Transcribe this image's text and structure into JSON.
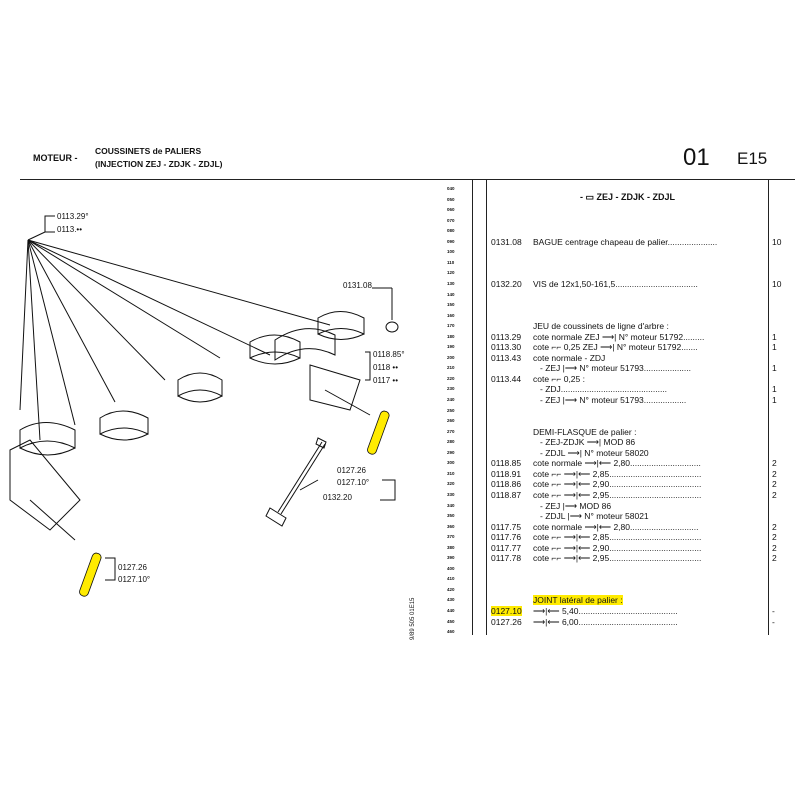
{
  "header": {
    "section_label": "MOTEUR -",
    "title_line1": "COUSSINETS de PALIERS",
    "title_line2": "(INJECTION ZEJ - ZDJK - ZDJL)",
    "group": "01",
    "page": "E15"
  },
  "diagram": {
    "labels": [
      {
        "text": "0113.29°"
      },
      {
        "text": "0113.••"
      },
      {
        "text": "0131.08"
      },
      {
        "text": "0118.85°"
      },
      {
        "text": "0118 ••"
      },
      {
        "text": "0117 ••"
      },
      {
        "text": "0127.26"
      },
      {
        "text": "0127.10°"
      },
      {
        "text": "0132.20"
      },
      {
        "text": "0127.26"
      },
      {
        "text": "0127.10°"
      }
    ],
    "side_code": "9/89 505 01E15"
  },
  "line_numbers": [
    "040",
    "050",
    "060",
    "070",
    "080",
    "090",
    "100",
    "110",
    "120",
    "130",
    "140",
    "150",
    "160",
    "170",
    "180",
    "190",
    "200",
    "210",
    "220",
    "230",
    "240",
    "250",
    "260",
    "270",
    "280",
    "290",
    "300",
    "310",
    "320",
    "330",
    "340",
    "350",
    "360",
    "370",
    "380",
    "390",
    "400",
    "410",
    "420",
    "430",
    "440",
    "450",
    "460"
  ],
  "parts": {
    "subtitle": "- ▭ ZEJ - ZDJK - ZDJL",
    "rows": [
      {
        "ref": "0131.08",
        "desc": "BAGUE centrage chapeau de palier.....................",
        "qty": "10"
      },
      {
        "ref": "0132.20",
        "desc": "VIS de 12x1,50-161,5...................................",
        "qty": "10"
      },
      {
        "ref": "",
        "desc": "JEU de coussinets de ligne d'arbre :",
        "qty": ""
      },
      {
        "ref": "0113.29",
        "desc": "cote normale ZEJ  ⟶|  N° moteur 51792.........",
        "qty": "1"
      },
      {
        "ref": "0113.30",
        "desc": "cote ⌐⌐ 0,25 ZEJ ⟶|  N° moteur 51792.......",
        "qty": "1"
      },
      {
        "ref": "0113.43",
        "desc": "cote normale - ZDJ",
        "qty": ""
      },
      {
        "ref": "",
        "desc": "- ZEJ |⟶   N° moteur 51793....................",
        "qty": "1"
      },
      {
        "ref": "0113.44",
        "desc": "cote ⌐⌐ 0,25 :",
        "qty": ""
      },
      {
        "ref": "",
        "desc": "- ZDJ.............................................",
        "qty": "1"
      },
      {
        "ref": "",
        "desc": "- ZEJ |⟶   N° moteur 51793..................",
        "qty": "1"
      },
      {
        "ref": "",
        "desc": "DEMI-FLASQUE de palier :",
        "qty": ""
      },
      {
        "ref": "",
        "desc": "- ZEJ-ZDJK ⟶| MOD 86",
        "qty": ""
      },
      {
        "ref": "",
        "desc": "- ZDJL ⟶|  N° moteur 58020",
        "qty": ""
      },
      {
        "ref": "0118.85",
        "desc": "cote normale ⟶|⟵ 2,80..............................",
        "qty": "2"
      },
      {
        "ref": "0118.91",
        "desc": "cote ⌐⌐ ⟶|⟵ 2,85.......................................",
        "qty": "2"
      },
      {
        "ref": "0118.86",
        "desc": "cote ⌐⌐ ⟶|⟵ 2,90.......................................",
        "qty": "2"
      },
      {
        "ref": "0118.87",
        "desc": "cote ⌐⌐ ⟶|⟵ 2,95.......................................",
        "qty": "2"
      },
      {
        "ref": "",
        "desc": "- ZEJ |⟶  MOD 86",
        "qty": ""
      },
      {
        "ref": "",
        "desc": "- ZDJL |⟶   N° moteur 58021",
        "qty": ""
      },
      {
        "ref": "0117.75",
        "desc": "cote normale ⟶|⟵ 2,80.............................",
        "qty": "2"
      },
      {
        "ref": "0117.76",
        "desc": "cote ⌐⌐ ⟶|⟵ 2,85.......................................",
        "qty": "2"
      },
      {
        "ref": "0117.77",
        "desc": "cote ⌐⌐ ⟶|⟵ 2,90.......................................",
        "qty": "2"
      },
      {
        "ref": "0117.78",
        "desc": "cote ⌐⌐ ⟶|⟵ 2,95.......................................",
        "qty": "2"
      },
      {
        "ref": "",
        "desc": "JOINT latéral de palier :",
        "qty": ""
      },
      {
        "ref": "0127.10",
        "desc": "⟶|⟵ 5,40..........................................",
        "qty": "-"
      },
      {
        "ref": "0127.26",
        "desc": "⟶|⟵ 6,00..........................................",
        "qty": "-"
      }
    ]
  },
  "colors": {
    "highlight": "#ffeb00",
    "ink": "#111111"
  }
}
